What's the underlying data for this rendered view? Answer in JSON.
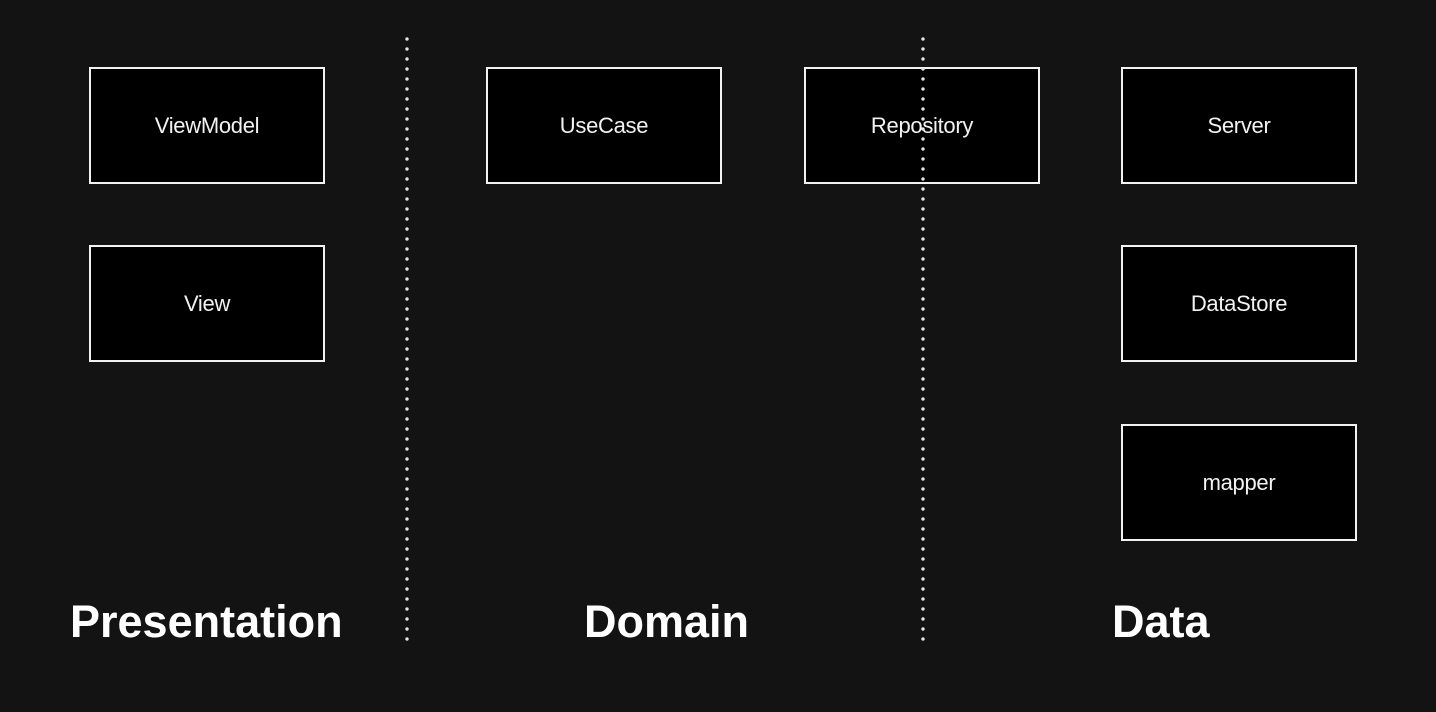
{
  "diagram": {
    "layers": {
      "presentation": {
        "title": "Presentation",
        "components": [
          "ViewModel",
          "View"
        ]
      },
      "domain": {
        "title": "Domain",
        "components": [
          "UseCase",
          "Repository"
        ]
      },
      "data": {
        "title": "Data",
        "components": [
          "Server",
          "DataStore",
          "mapper"
        ]
      }
    },
    "colors": {
      "background": "#131313",
      "box_fill": "#000000",
      "box_border": "#f2f2f2",
      "text": "#ffffff",
      "divider": "#e6e6e6"
    },
    "divider_style": "dotted"
  }
}
